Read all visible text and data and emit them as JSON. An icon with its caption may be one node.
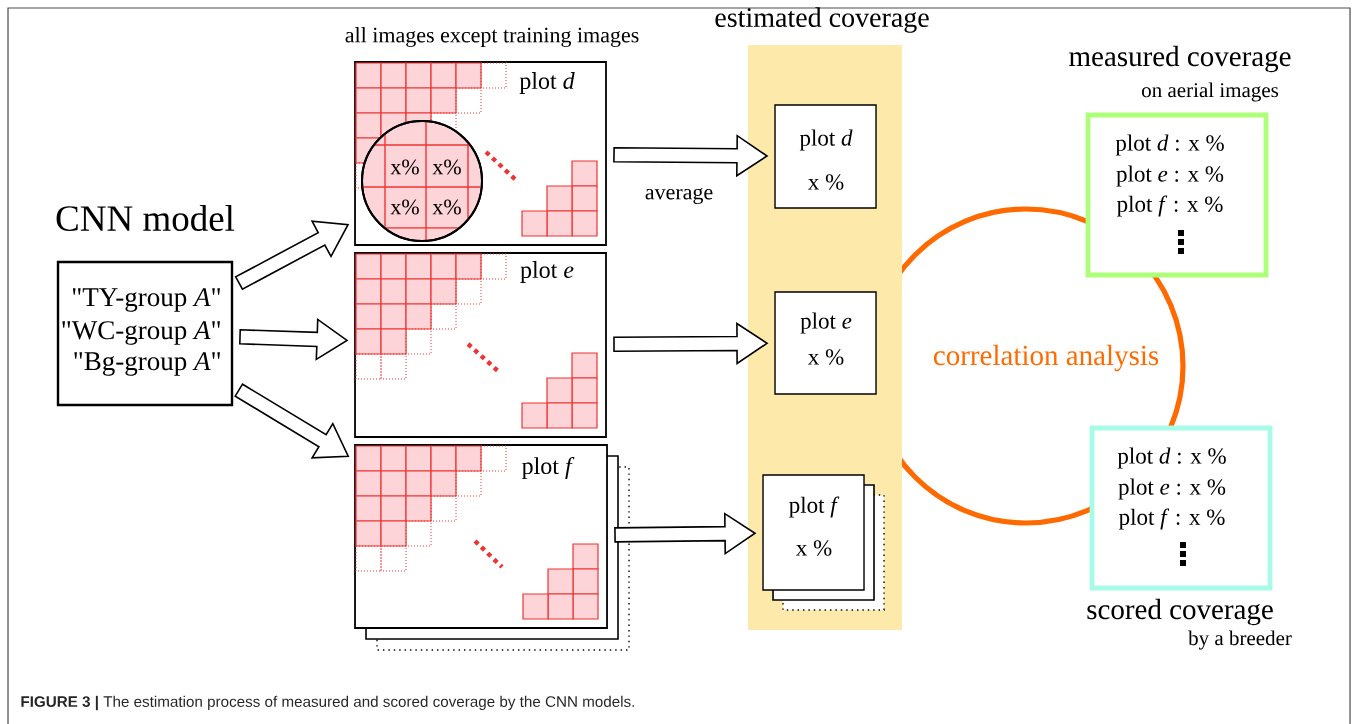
{
  "diagram": {
    "caption": "**FIGURE 3 |** The estimation process of measured and scored coverage by the CNN models.",
    "nodes": [
      {
        "text": [
          "CNN model",
          "\"TY-group *A*\"",
          "\"WC-group *A*\"",
          "\"Bg-group *A*\""
        ]
      },
      {
        "text": [
          "plot *d*"
        ]
      },
      {
        "text": [
          "x%",
          "x%",
          "x%",
          "x%"
        ],
        "in": 1
      },
      {
        "text": [
          "plot *e*"
        ]
      },
      {
        "text": [
          "plot *f*"
        ]
      },
      {
        "text": [
          "estimated coverage"
        ]
      },
      {
        "text": [
          "plot *d*",
          "x %"
        ],
        "in": 5
      },
      {
        "text": [
          "plot *e*",
          "x %"
        ],
        "in": 5
      },
      {
        "text": [
          "plot *f*",
          "x %"
        ],
        "in": 5
      },
      {
        "text": [
          "measured coverage",
          "on aerial images",
          "plot *d* : x %",
          "plot *e* : x %",
          "plot *f* : x %"
        ]
      },
      {
        "text": [
          "plot *d* : x %",
          "plot *e* : x %",
          "plot *f* : x %",
          "scored coverage",
          "by a breeder"
        ]
      },
      {
        "text": [
          "correlation analysis"
        ]
      }
    ],
    "edges": [
      {
        "from": 0,
        "to": 1,
        "arrow": "to"
      },
      {
        "from": 0,
        "to": 3,
        "arrow": "to"
      },
      {
        "from": 0,
        "to": 4,
        "arrow": "to"
      },
      {
        "from": 1,
        "to": 6,
        "arrow": "to",
        "label": "average"
      },
      {
        "from": 3,
        "to": 7,
        "arrow": "to"
      },
      {
        "from": 4,
        "to": 8,
        "arrow": "to"
      }
    ],
    "labels": [
      "all images except training images"
    ]
  }
}
